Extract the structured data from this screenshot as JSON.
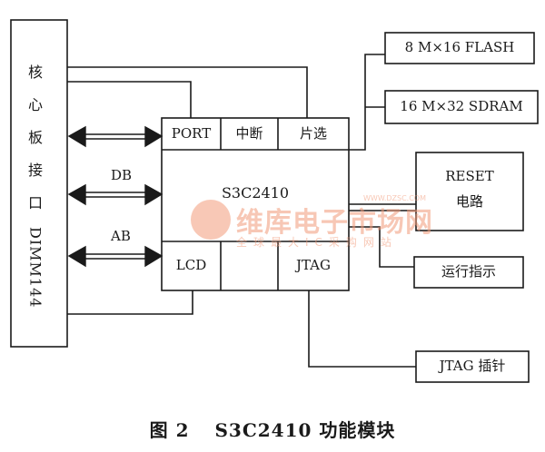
{
  "left_interface": {
    "chars": [
      "核",
      "心",
      "板",
      "接",
      "口"
    ],
    "rotated": "DIMM144"
  },
  "bus_labels": {
    "db": "DB",
    "ab": "AB"
  },
  "cpu": {
    "name": "S3C2410",
    "top_cells": [
      "PORT",
      "中断",
      "片选"
    ],
    "bottom_cells": [
      "LCD",
      "",
      "JTAG"
    ]
  },
  "right_blocks": {
    "flash": "8 M×16 FLASH",
    "sdram": "16 M×32 SDRAM",
    "reset_line1": "RESET",
    "reset_line2": "电路",
    "run": "运行指示",
    "jtag": "JTAG 插针"
  },
  "watermark": {
    "main": "维库电子市场网",
    "sub": "全球最大IC采购网站",
    "url": "WWW.DZSC.COM"
  },
  "caption": {
    "fig": "图 2",
    "title": "S3C2410 功能模块"
  }
}
